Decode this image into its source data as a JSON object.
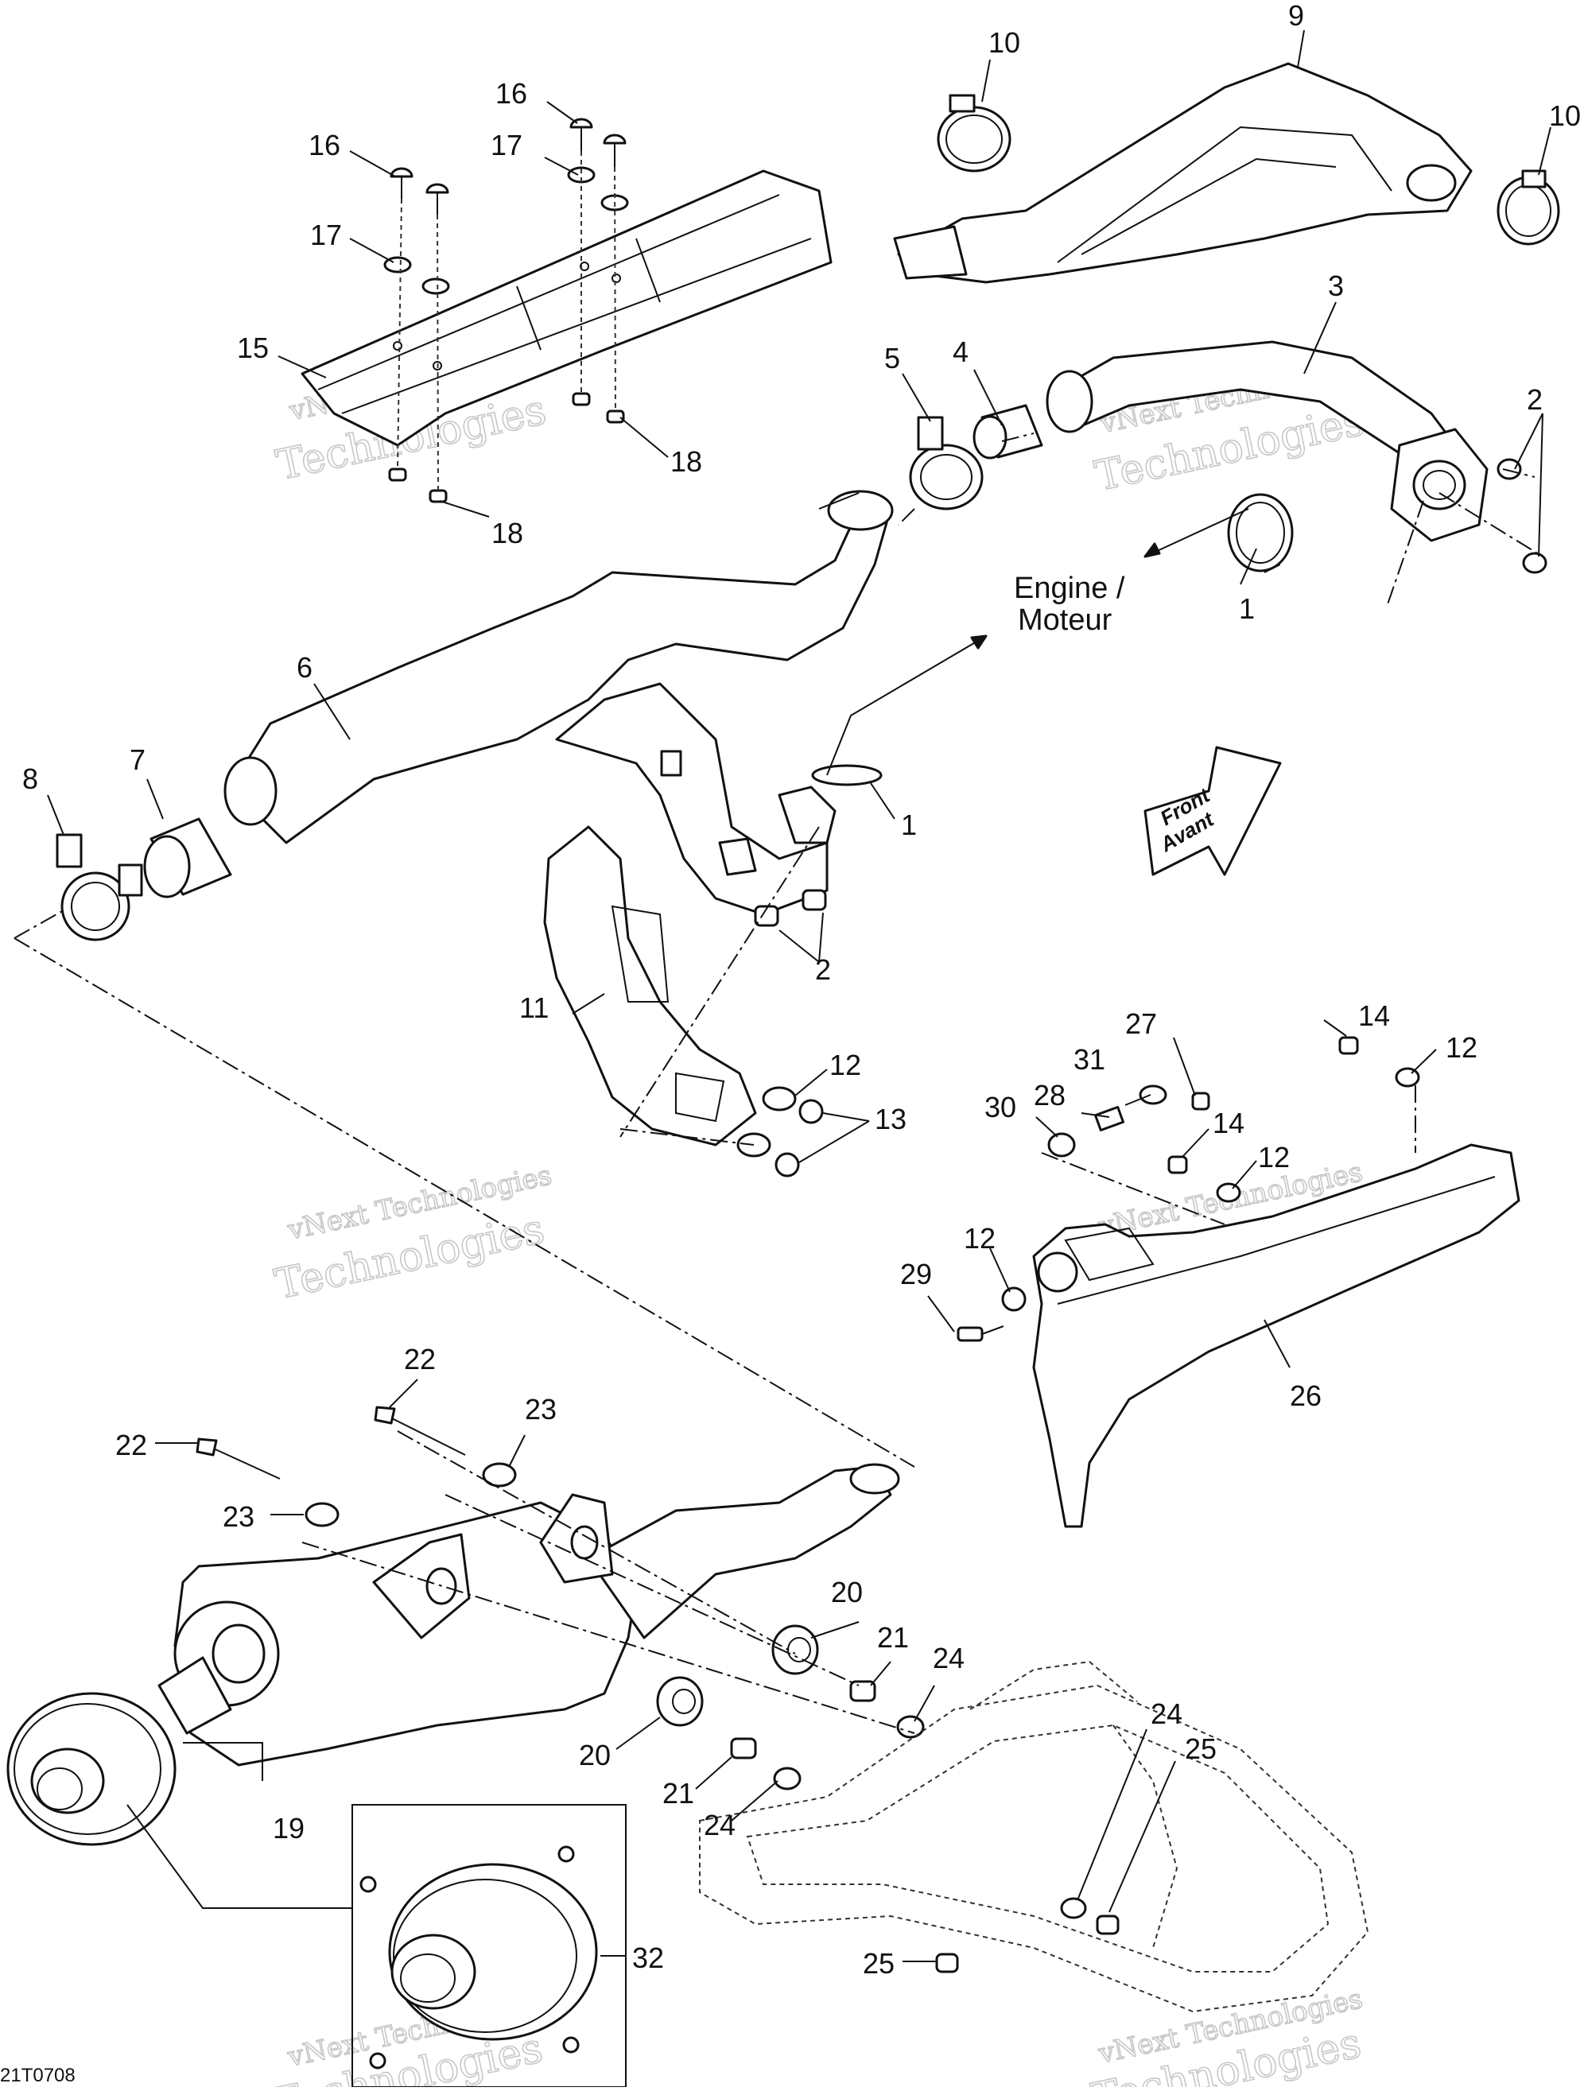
{
  "callouts": {
    "c1a": "1",
    "c1b": "1",
    "c2a": "2",
    "c2b": "2",
    "c3": "3",
    "c4": "4",
    "c5": "5",
    "c6": "6",
    "c7": "7",
    "c8": "8",
    "c9": "9",
    "c10a": "10",
    "c10b": "10",
    "c11": "11",
    "c12a": "12",
    "c12b": "12",
    "c12c": "12",
    "c12d": "12",
    "c13": "13",
    "c14a": "14",
    "c14b": "14",
    "c15": "15",
    "c16a": "16",
    "c16b": "16",
    "c17a": "17",
    "c17b": "17",
    "c18a": "18",
    "c18b": "18",
    "c19": "19",
    "c20a": "20",
    "c20b": "20",
    "c21a": "21",
    "c21b": "21",
    "c22a": "22",
    "c22b": "22",
    "c23a": "23",
    "c23b": "23",
    "c24a": "24",
    "c24b": "24",
    "c24c": "24",
    "c25a": "25",
    "c25b": "25",
    "c26": "26",
    "c27": "27",
    "c28": "28",
    "c29": "29",
    "c30": "30",
    "c31": "31",
    "c32": "32"
  },
  "engine_label": {
    "line1": "Engine /",
    "line2": "Moteur"
  },
  "front_badge": {
    "line1": "Front",
    "line2": "Avant"
  },
  "figure_code": "21T0708",
  "watermark": {
    "line1": "vNext Technologies",
    "line2": "Technologies"
  }
}
